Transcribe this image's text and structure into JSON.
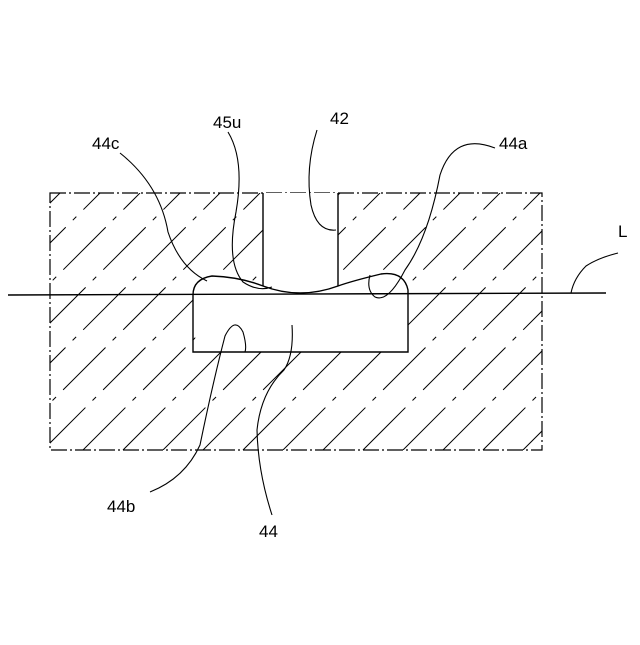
{
  "labels": {
    "l42": "42",
    "l45u": "45u",
    "l44c": "44c",
    "l44a": "44a",
    "lL": "L",
    "l44b": "44b",
    "l44": "44"
  },
  "colors": {
    "line": "#000000",
    "background": "#ffffff"
  }
}
